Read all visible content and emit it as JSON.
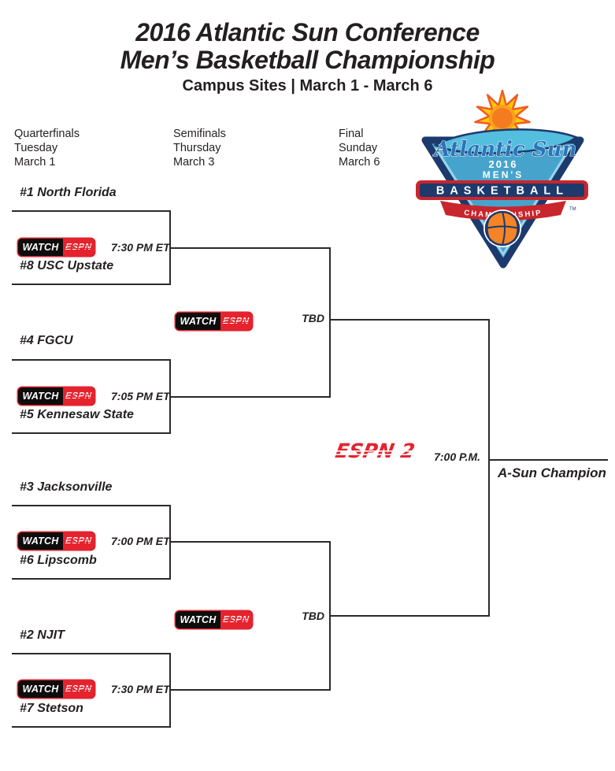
{
  "header": {
    "title_line1": "2016 Atlantic Sun Conference",
    "title_line2": "Men’s Basketball Championship",
    "subtitle": "Campus Sites | March 1 - March 6"
  },
  "columns": [
    {
      "round": "Quarterfinals",
      "day": "Tuesday",
      "date": "March 1"
    },
    {
      "round": "Semifinals",
      "day": "Thursday",
      "date": "March 3"
    },
    {
      "round": "Final",
      "day": "Sunday",
      "date": "March 6"
    }
  ],
  "network_badge": {
    "watch": "WATCH",
    "espn": "ESPN"
  },
  "quarterfinals": [
    {
      "team_top": "#1 North Florida",
      "team_bottom": "#8 USC Upstate",
      "network": "WatchESPN",
      "time": "7:30 PM ET"
    },
    {
      "team_top": "#4 FGCU",
      "team_bottom": "#5 Kennesaw State",
      "network": "WatchESPN",
      "time": "7:05 PM ET"
    },
    {
      "team_top": "#3 Jacksonville",
      "team_bottom": "#6 Lipscomb",
      "network": "WatchESPN",
      "time": "7:00 PM ET"
    },
    {
      "team_top": "#2 NJIT",
      "team_bottom": "#7 Stetson",
      "network": "WatchESPN",
      "time": "7:30 PM ET"
    }
  ],
  "semifinals": [
    {
      "network": "WatchESPN",
      "result": "TBD"
    },
    {
      "network": "WatchESPN",
      "result": "TBD"
    }
  ],
  "final": {
    "network": "ESPN 2",
    "time": "7:00 P.M.",
    "champion_label": "A-Sun Champion"
  },
  "logo": {
    "brand": "Atlantic Sun",
    "year": "2016",
    "mens": "MEN'S",
    "basketball": "BASKETBALL",
    "championship": "CHAMPIONSHIP",
    "tm": "TM"
  },
  "colors": {
    "espn_red": "#e5232e",
    "text": "#231f20",
    "bracket_line": "#2b2a29",
    "logo_navy": "#1d3a6d",
    "logo_blue": "#46a4cc",
    "logo_red": "#c9252c",
    "logo_orange": "#f47b20",
    "logo_yellow": "#ffc907",
    "ball_orange": "#f58426",
    "script_blue": "#2b74b8"
  }
}
